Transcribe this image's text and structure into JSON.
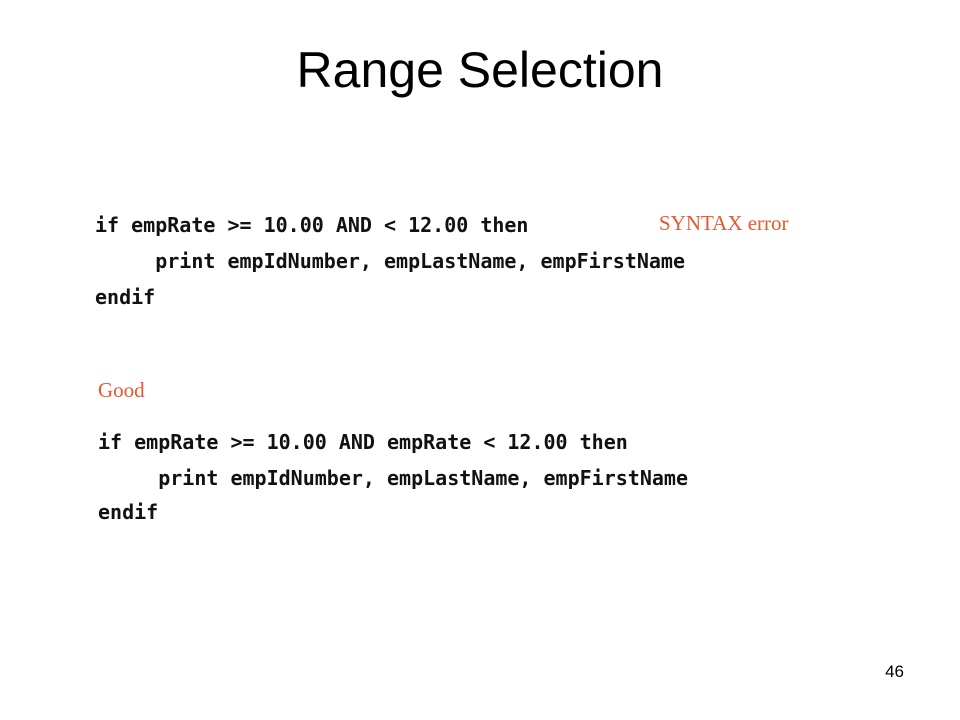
{
  "slide": {
    "title": "Range Selection",
    "page_number": "46"
  },
  "bad_example": {
    "annotation": "SYNTAX error",
    "lines": [
      "if empRate >= 10.00 AND < 12.00 then",
      "     print empIdNumber, empLastName, empFirstName",
      "endif"
    ]
  },
  "good_example": {
    "annotation": "Good",
    "lines": [
      "if empRate >= 10.00 AND empRate < 12.00 then",
      "     print empIdNumber, empLastName, empFirstName",
      "endif"
    ]
  },
  "colors": {
    "annotation": "#e8582e",
    "code": "#111111"
  }
}
